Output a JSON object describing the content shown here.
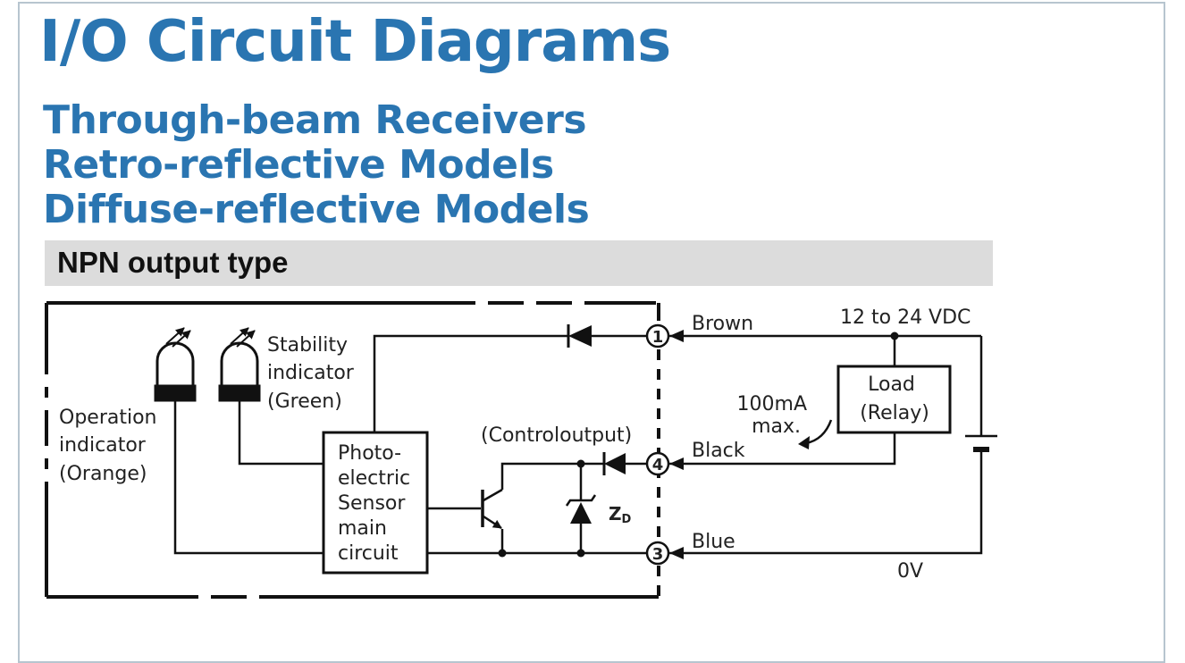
{
  "header": {
    "title": "I/O Circuit Diagrams",
    "subtitles": [
      "Through-beam Receivers",
      "Retro-reflective Models",
      "Diffuse-reflective Models"
    ]
  },
  "section": {
    "title": "NPN output type"
  },
  "diagram": {
    "stability_indicator": [
      "Stability",
      "indicator",
      "(Green)"
    ],
    "operation_indicator": [
      "Operation",
      "indicator",
      "(Orange)"
    ],
    "main_circuit": [
      "Photo-",
      "electric",
      "Sensor",
      "main",
      "circuit"
    ],
    "control_output_label": "(Controloutput)",
    "zener_label": "Z",
    "zener_sub": "D",
    "terminals": [
      "1",
      "4",
      "3"
    ],
    "wires": {
      "brown": "Brown",
      "black": "Black",
      "blue": "Blue"
    },
    "supply_voltage": "12 to 24 VDC",
    "zero_volt": "0V",
    "load": [
      "Load",
      "(Relay)"
    ],
    "current_limit": [
      "100mA",
      "max."
    ]
  }
}
